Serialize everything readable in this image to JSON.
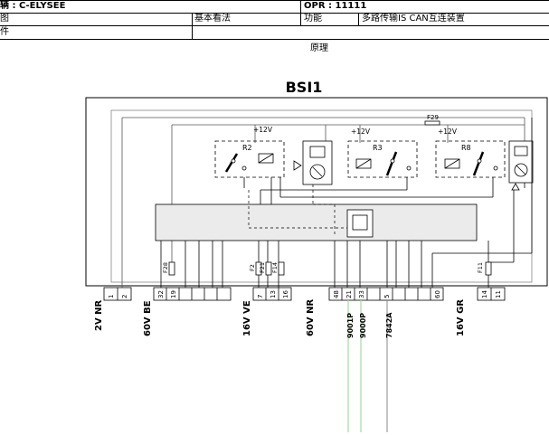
{
  "header": {
    "vehicle": "辆 : C-ELYSEE",
    "opr": "OPR : 11111",
    "row2_left": "图",
    "row2_mid": "基本看法",
    "row2_func_label": "功能",
    "row2_func_value": "多路传输IS CAN互连装置",
    "row3_left": "件",
    "principle": "原理"
  },
  "diagram": {
    "title": "BSI1",
    "relays": [
      "R2",
      "R3",
      "R8"
    ],
    "supply_labels": [
      "+12V",
      "+12V",
      "+12V"
    ],
    "fuses": [
      "F29",
      "F28",
      "F2",
      "F21",
      "F14",
      "F11"
    ],
    "connectors": [
      {
        "name": "2V NR",
        "pins": [
          "1",
          "2"
        ]
      },
      {
        "name": "60V BE",
        "pins": [
          "32",
          "19"
        ]
      },
      {
        "name": "16V VE",
        "pins": [
          "7",
          "13",
          "16"
        ]
      },
      {
        "name": "60V NR",
        "pins": [
          "48",
          "21",
          "33",
          "5",
          "60"
        ]
      },
      {
        "name": "16V GR",
        "pins": [
          "14",
          "11"
        ]
      }
    ],
    "wires": [
      "9001P",
      "9000P",
      "7842A"
    ],
    "colors": {
      "line": "#000000",
      "box_fill": "#ebebeb",
      "wire_green": "#a8d8a0",
      "gray": "#888888"
    }
  }
}
